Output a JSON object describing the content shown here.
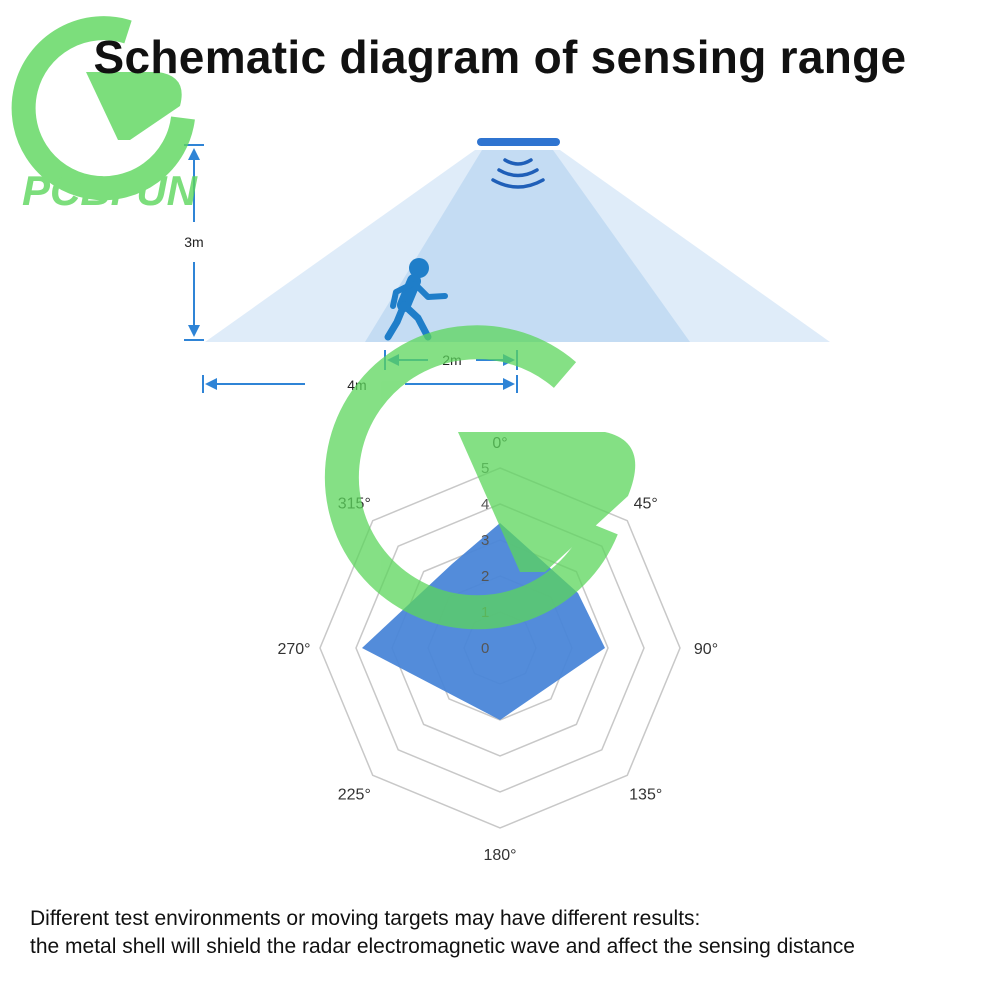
{
  "title": "Schematic diagram of sensing range",
  "watermark": {
    "text": "PCBFUN",
    "color": "#5cd65c"
  },
  "side_view": {
    "height_label": "3m",
    "near_width_label": "2m",
    "far_width_label": "4m",
    "sensor_color": "#2f74d0",
    "cone_color": "#cfe3f6",
    "person_color": "#1f7ec9",
    "person_icon": "walking-person-icon"
  },
  "radar_chart": {
    "type": "radar",
    "angles": [
      "0°",
      "45°",
      "90°",
      "135°",
      "180°",
      "225°",
      "270°",
      "315°"
    ],
    "rings": [
      "0",
      "1",
      "2",
      "3",
      "4",
      "5"
    ],
    "range": [
      0,
      5
    ],
    "fill_color": "#4a86d8",
    "grid_color": "#c8c8c8"
  },
  "footnote": {
    "line1": "Different test environments or moving targets may have different results:",
    "line2": "the metal shell will shield the radar electromagnetic wave and affect the sensing distance"
  }
}
